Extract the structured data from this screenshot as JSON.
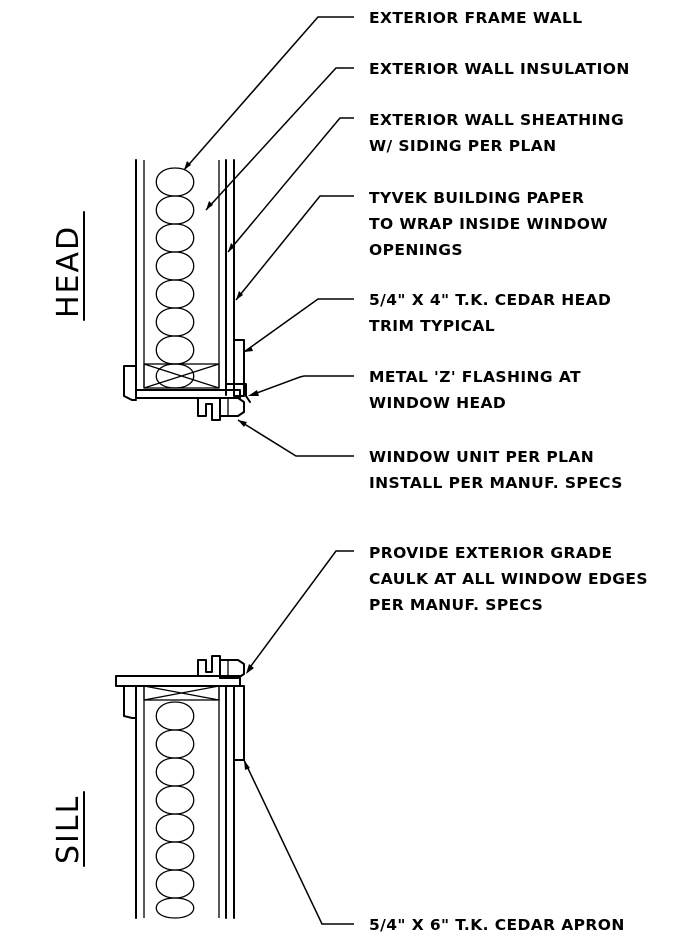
{
  "head": {
    "title": "HEAD",
    "notes": [
      {
        "lines": [
          "EXTERIOR FRAME WALL"
        ]
      },
      {
        "lines": [
          "EXTERIOR WALL INSULATION"
        ]
      },
      {
        "lines": [
          "EXTERIOR WALL SHEATHING",
          "W/ SIDING PER PLAN"
        ]
      },
      {
        "lines": [
          "TYVEK BUILDING PAPER",
          "TO WRAP INSIDE WINDOW",
          "OPENINGS"
        ]
      },
      {
        "lines": [
          "5/4\" X 4\" T.K. CEDAR HEAD",
          "TRIM TYPICAL"
        ]
      },
      {
        "lines": [
          "METAL 'Z' FLASHING AT",
          "WINDOW HEAD"
        ]
      },
      {
        "lines": [
          "WINDOW UNIT PER PLAN",
          "INSTALL PER MANUF. SPECS"
        ]
      }
    ]
  },
  "sill": {
    "title": "SILL",
    "notes": [
      {
        "lines": [
          "PROVIDE EXTERIOR GRADE",
          "CAULK AT ALL WINDOW EDGES",
          "PER MANUF. SPECS"
        ]
      },
      {
        "lines": [
          "5/4\" X 6\" T.K. CEDAR APRON"
        ]
      }
    ]
  }
}
